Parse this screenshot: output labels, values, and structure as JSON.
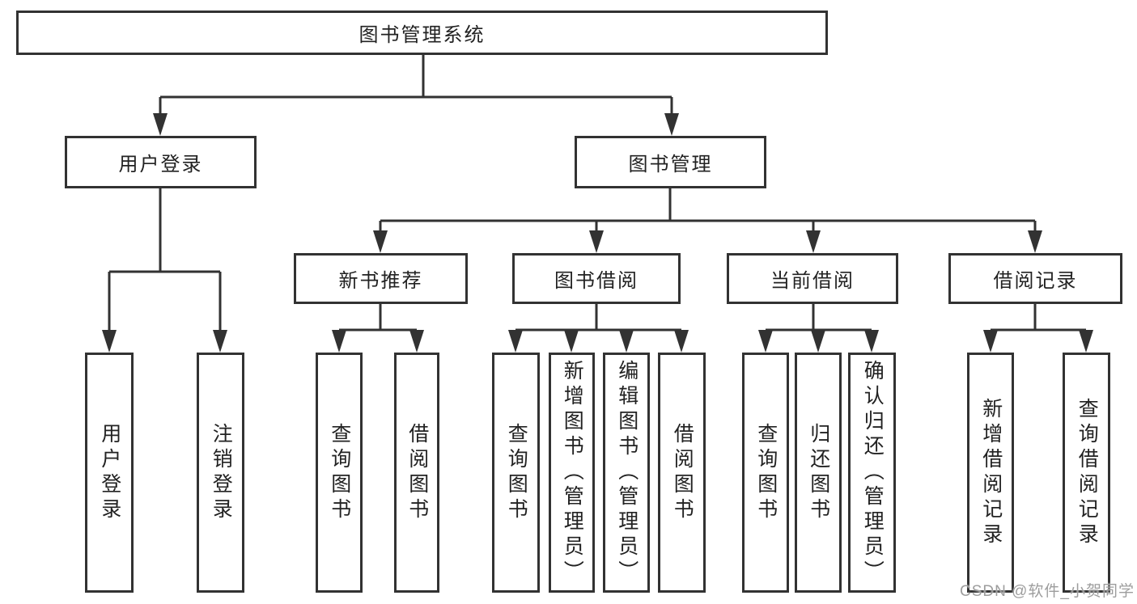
{
  "diagram": {
    "nodes": {
      "root": "图书管理系统",
      "user_login": "用户登录",
      "book_mgmt": "图书管理",
      "new_books": "新书推荐",
      "book_borrow": "图书借阅",
      "current_borrow": "当前借阅",
      "borrow_records": "借阅记录",
      "leaf_user_login": "用户登录",
      "leaf_logout": "注销登录",
      "leaf_nb_query": "查询图书",
      "leaf_nb_borrow": "借阅图书",
      "leaf_bb_query": "查询图书",
      "leaf_bb_add": "新增图书（管理员）",
      "leaf_bb_edit": "编辑图书（管理员）",
      "leaf_bb_borrow": "借阅图书",
      "leaf_cb_query": "查询图书",
      "leaf_cb_return": "归还图书",
      "leaf_cb_confirm": "确认归还（管理员）",
      "leaf_br_add": "新增借阅记录",
      "leaf_br_query": "查询借阅记录"
    }
  },
  "watermark": "CSDN @软件_小贺同学",
  "colors": {
    "line": "#323232",
    "text": "#222222",
    "watermark": "#9d9d9d",
    "background": "#ffffff"
  }
}
